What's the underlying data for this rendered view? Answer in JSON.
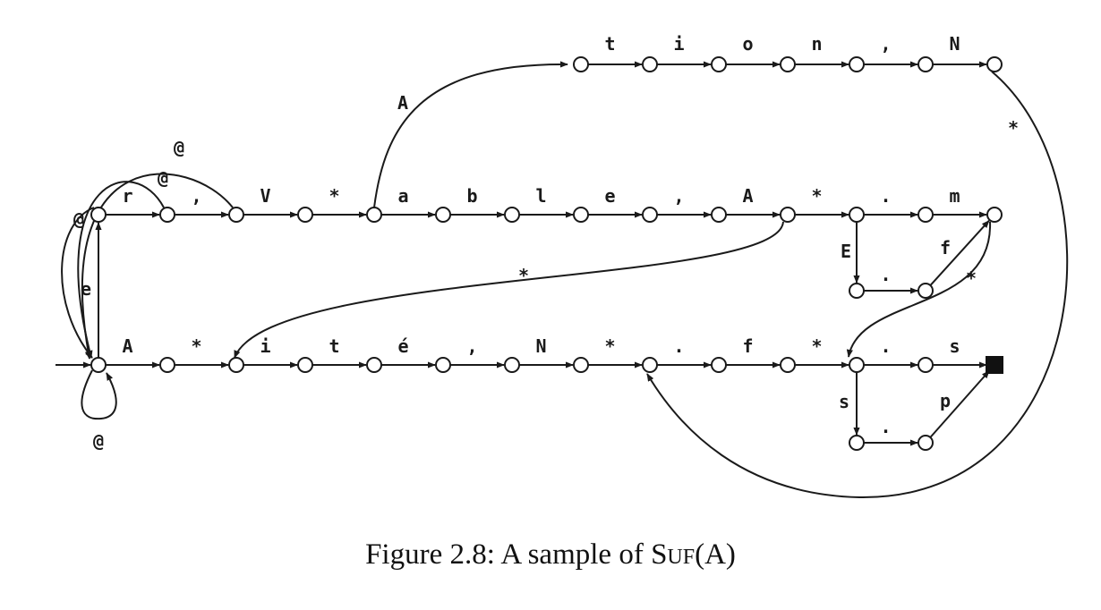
{
  "caption": {
    "prefix": "Figure 2.8:  A sample of ",
    "s_upper": "S",
    "uf_small": "UF",
    "suffix": "(A)"
  },
  "diagram": {
    "colors": {
      "stroke": "#1a1a1a",
      "node_fill": "#ffffff",
      "final_fill": "#111111"
    },
    "labels": {
      "top": [
        "t",
        "i",
        "o",
        "n",
        ",",
        "N"
      ],
      "mid": [
        "r",
        ",",
        "V",
        "*",
        "a",
        "b",
        "l",
        "e",
        ",",
        "A",
        "*",
        ".",
        "m"
      ],
      "bottom": [
        "A",
        "*",
        "i",
        "t",
        "é",
        ",",
        "N",
        "*",
        ".",
        "f",
        "*",
        ".",
        "s"
      ],
      "branch_upper": [
        "E",
        ".",
        "f"
      ],
      "branch_lower": [
        "s",
        ".",
        "p"
      ],
      "loops": [
        "@",
        "@",
        "@",
        "@"
      ],
      "e": "e",
      "A_curve": "A",
      "star_mid": "*",
      "star_right": "*",
      "star_m": "*"
    }
  }
}
